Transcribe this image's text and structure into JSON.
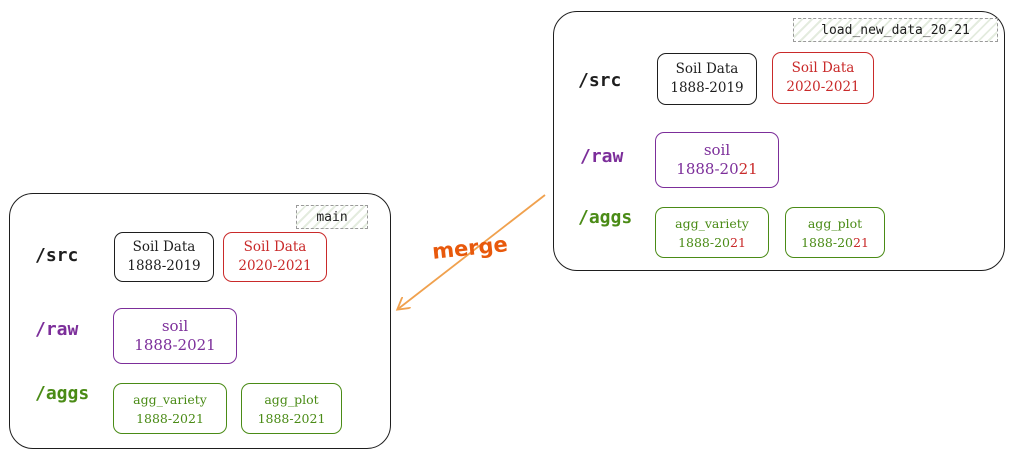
{
  "main_branch": {
    "tag": "main",
    "rows": {
      "src": "/src",
      "raw": "/raw",
      "aggs": "/aggs"
    },
    "src_boxes": [
      {
        "line1": "Soil Data",
        "line2": "1888-2019"
      },
      {
        "line1": "Soil Data",
        "line2": "2020-2021"
      }
    ],
    "raw_box": {
      "line1": "soil",
      "line2": "1888-2021"
    },
    "agg_boxes": [
      {
        "line1": "agg_variety",
        "line2": "1888-2021"
      },
      {
        "line1": "agg_plot",
        "line2": "1888-2021"
      }
    ]
  },
  "feature_branch": {
    "tag": "load_new_data_20-21",
    "rows": {
      "src": "/src",
      "raw": "/raw",
      "aggs": "/aggs"
    },
    "src_boxes": [
      {
        "line1": "Soil Data",
        "line2": "1888-2019"
      },
      {
        "line1": "Soil Data",
        "line2": "2020-2021"
      }
    ],
    "raw_box": {
      "line1": "soil",
      "line2_prefix": "1888-20",
      "line2_suffix": "21"
    },
    "agg_boxes": [
      {
        "line1": "agg_variety",
        "line2_prefix": "1888-20",
        "line2_suffix": "21"
      },
      {
        "line1": "agg_plot",
        "line2_prefix": "1888-20",
        "line2_suffix": "21"
      }
    ]
  },
  "merge_label": "merge",
  "colors": {
    "black": "#1e1e1e",
    "red": "#c92a2a",
    "purple": "#7c2e9a",
    "green": "#4a8b16",
    "orange": "#e8590c",
    "merge_arrow": "#f0a14e"
  }
}
